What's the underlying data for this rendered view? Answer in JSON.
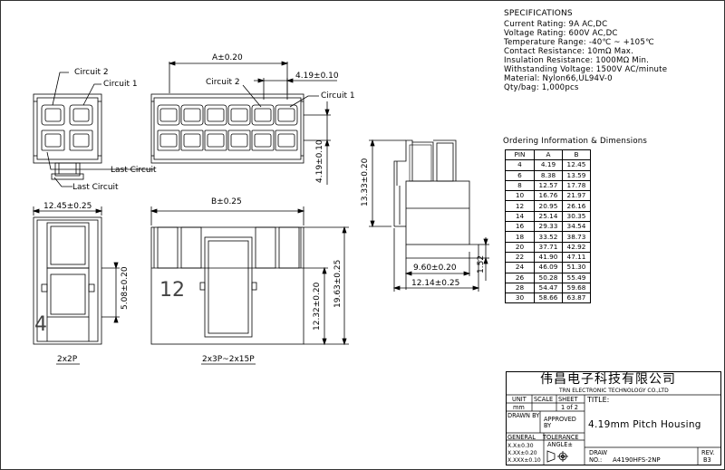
{
  "specifications": {
    "title": "SPECIFICATIONS",
    "lines": [
      "Current Rating: 9A AC,DC",
      "Voltage Rating: 600V AC,DC",
      "Temperature Range: -40℃ ~ +105℃",
      "Contact Resistance: 10mΩ Max.",
      "Insulation Resistance: 1000MΩ Min.",
      "Withstanding Voltage: 1500V AC/minute",
      "Material: Nylon66,UL94V-0",
      "Qty/bag: 1,000pcs"
    ]
  },
  "ordering": {
    "title": "Ordering Information & Dimensions",
    "headers": [
      "PIN",
      "A",
      "B"
    ],
    "rows": [
      [
        "4",
        "4.19",
        "12.45"
      ],
      [
        "6",
        "8.38",
        "13.59"
      ],
      [
        "8",
        "12.57",
        "17.78"
      ],
      [
        "10",
        "16.76",
        "21.97"
      ],
      [
        "12",
        "20.95",
        "26.16"
      ],
      [
        "14",
        "25.14",
        "30.35"
      ],
      [
        "16",
        "29.33",
        "34.54"
      ],
      [
        "18",
        "33.52",
        "38.73"
      ],
      [
        "20",
        "37.71",
        "42.92"
      ],
      [
        "22",
        "41.90",
        "47.11"
      ],
      [
        "24",
        "46.09",
        "51.30"
      ],
      [
        "26",
        "50.28",
        "55.49"
      ],
      [
        "28",
        "54.47",
        "59.68"
      ],
      [
        "30",
        "58.66",
        "63.87"
      ]
    ]
  },
  "drawing": {
    "circuit2": "Circuit 2",
    "circuit1": "Circuit 1",
    "last_circuit": "Last Circuit",
    "dim_a": "A±0.20",
    "dim_pitch": "4.19±0.10",
    "dim_4_19_vert": "4.19±0.10",
    "dim_12_45": "12.45±0.25",
    "dim_b": "B±0.25",
    "dim_5_08": "5.08±0.20",
    "dim_12_32": "12.32±0.20",
    "dim_19_63": "19.63±0.25",
    "dim_13_33": "13.33±0.20",
    "dim_9_60": "9.60±0.20",
    "dim_12_14": "12.14±0.25",
    "dim_1_52": "1.52",
    "mark_4": "4",
    "mark_12": "12",
    "label_2x2p": "2x2P",
    "label_2x3p": "2x3P~2x15P"
  },
  "title_block": {
    "company_cn": "伟昌电子科技有限公司",
    "company_en": "TRN ELECTRONIC TECHNOLOGY CO.,LTD",
    "unit_label": "UNIT",
    "unit_value": "mm",
    "scale_label": "SCALE",
    "sheet_label": "SHEET",
    "sheet_value": "1 of 2",
    "title_label": "TITLE:",
    "drawn_by": "DRAWN BY",
    "approved_by_1": "APPROVED",
    "approved_by_2": "BY",
    "title_value": "4.19mm Pitch Housing",
    "general": "GENERAL",
    "tolerance": "TOLERANCE",
    "tol_1": "X.X±0.30",
    "tol_2": "X.XX±0.20",
    "tol_3": "X.XXX±0.10",
    "angle": "ANGLE±",
    "draw_no_label_1": "DRAW",
    "draw_no_label_2": "NO.:",
    "draw_no": "A4190HFS-2NP",
    "rev_label": "REV.",
    "rev_value": "B3"
  }
}
